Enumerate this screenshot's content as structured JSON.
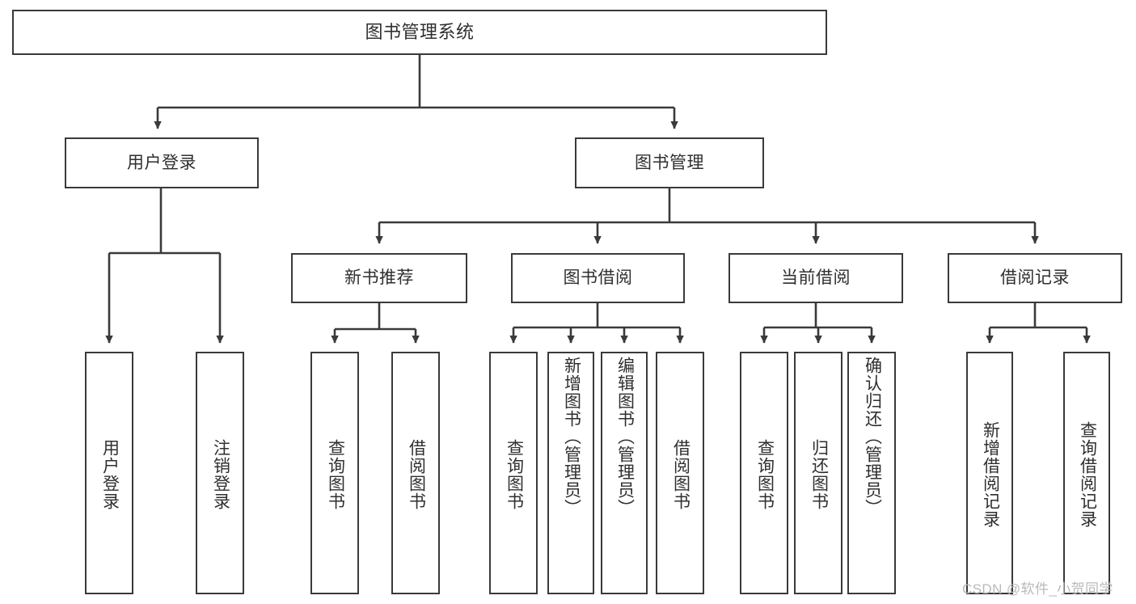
{
  "diagram": {
    "title": "图书管理系统",
    "type": "hierarchy-tree",
    "background_color": "#ffffff",
    "line_color": "#3a3a3a",
    "text_color": "#2f2f2f",
    "root": {
      "label": "图书管理系统"
    },
    "level2": [
      {
        "label": "用户登录"
      },
      {
        "label": "图书管理"
      }
    ],
    "level3": [
      {
        "label": "新书推荐"
      },
      {
        "label": "图书借阅"
      },
      {
        "label": "当前借阅"
      },
      {
        "label": "借阅记录"
      }
    ],
    "leaves": {
      "user_login": [
        {
          "label": "用户登录"
        },
        {
          "label": "注销登录"
        }
      ],
      "new_book_recommend": [
        {
          "label": "查询图书"
        },
        {
          "label": "借阅图书"
        }
      ],
      "book_borrow": [
        {
          "label": "查询图书"
        },
        {
          "label": "新增图书（管理员）"
        },
        {
          "label": "编辑图书（管理员）"
        },
        {
          "label": "借阅图书"
        }
      ],
      "current_borrow": [
        {
          "label": "查询图书"
        },
        {
          "label": "归还图书"
        },
        {
          "label": "确认归还（管理员）"
        }
      ],
      "borrow_record": [
        {
          "label": "新增借阅记录"
        },
        {
          "label": "查询借阅记录"
        }
      ]
    }
  },
  "watermark": {
    "text": "CSDN @软件_小贺同学"
  }
}
